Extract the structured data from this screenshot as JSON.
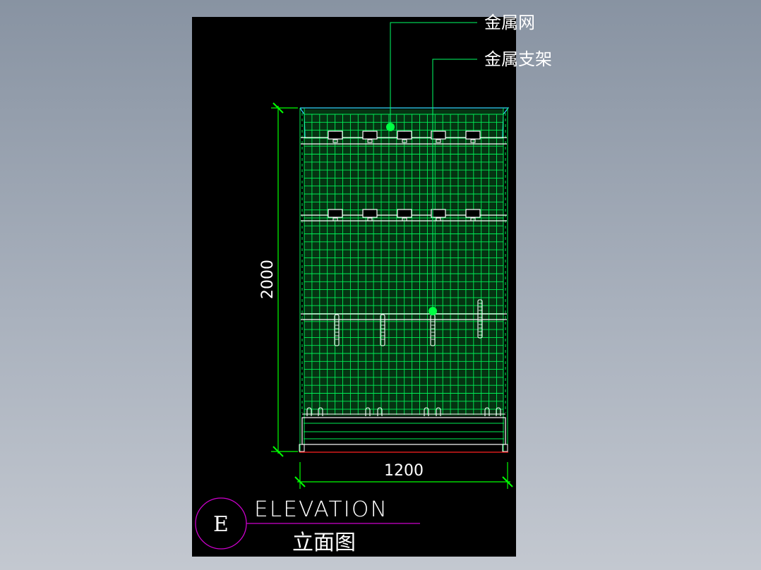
{
  "callouts": {
    "mesh": "金属网",
    "bracket": "金属支架"
  },
  "dimensions": {
    "height": "2000",
    "width": "1200"
  },
  "title_block": {
    "label_letter": "E",
    "title_en": "ELEVATION",
    "title_cn": "立面图"
  },
  "colors": {
    "background": "#8f9aa8",
    "sheet": "#000000",
    "geometry": "#00ff66",
    "dimension": "#00ff00",
    "structure": "#ffffff",
    "callout_text": "#ffffff",
    "title_circle": "#cc00cc",
    "floor_line": "#ff0000"
  }
}
